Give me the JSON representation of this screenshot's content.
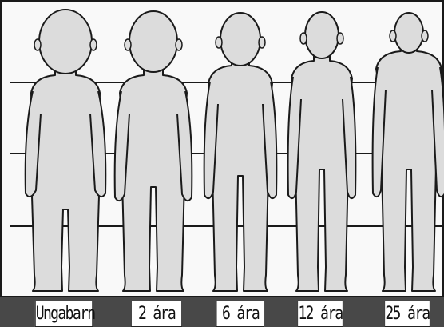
{
  "labels": [
    "Ungabarn",
    "2 ára",
    "6 ára",
    "12 ára",
    "25 ára"
  ],
  "colors": {
    "figure_fill": "#dcdcdc",
    "figure_outline": "#1a1a1a",
    "grid_line": "#1a1a1a",
    "label_bar": "#484848",
    "label_box": "#ffffff"
  }
}
